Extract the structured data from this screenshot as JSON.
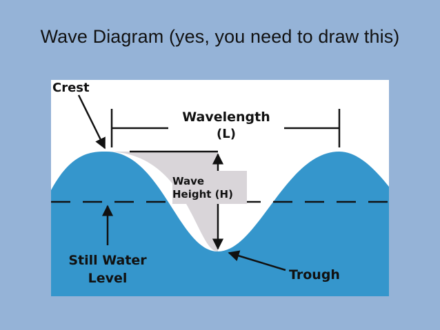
{
  "slide": {
    "title": "Wave Diagram (yes, you need to draw this)"
  },
  "diagram": {
    "labels": {
      "crest": "Crest",
      "wavelength_line1": "Wavelength",
      "wavelength_line2": "(L)",
      "wave_height_line1": "Wave",
      "wave_height_line2": "Height (H)",
      "still_water_line1": "Still Water",
      "still_water_line2": "Level",
      "trough": "Trough"
    },
    "colors": {
      "background": "#95b3d7",
      "water": "#3596cc",
      "height_region": "#d9d5d9",
      "figure_background": "#ffffff",
      "lines": "#111111"
    }
  }
}
